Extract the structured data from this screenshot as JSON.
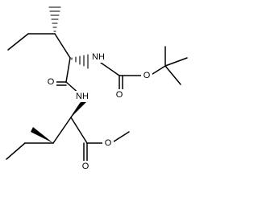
{
  "molecule": {
    "atom_labels": {
      "nh_upper": "NH",
      "o_carbonyl_upper": "O",
      "o_boc_carbonyl": "O",
      "o_boc_ester": "O",
      "nh_lower": "NH",
      "o_ester_carbonyl": "O",
      "o_ester_methoxy": "O"
    },
    "colors": {
      "bond": "#000000",
      "text": "#000000",
      "background": "#ffffff"
    }
  }
}
